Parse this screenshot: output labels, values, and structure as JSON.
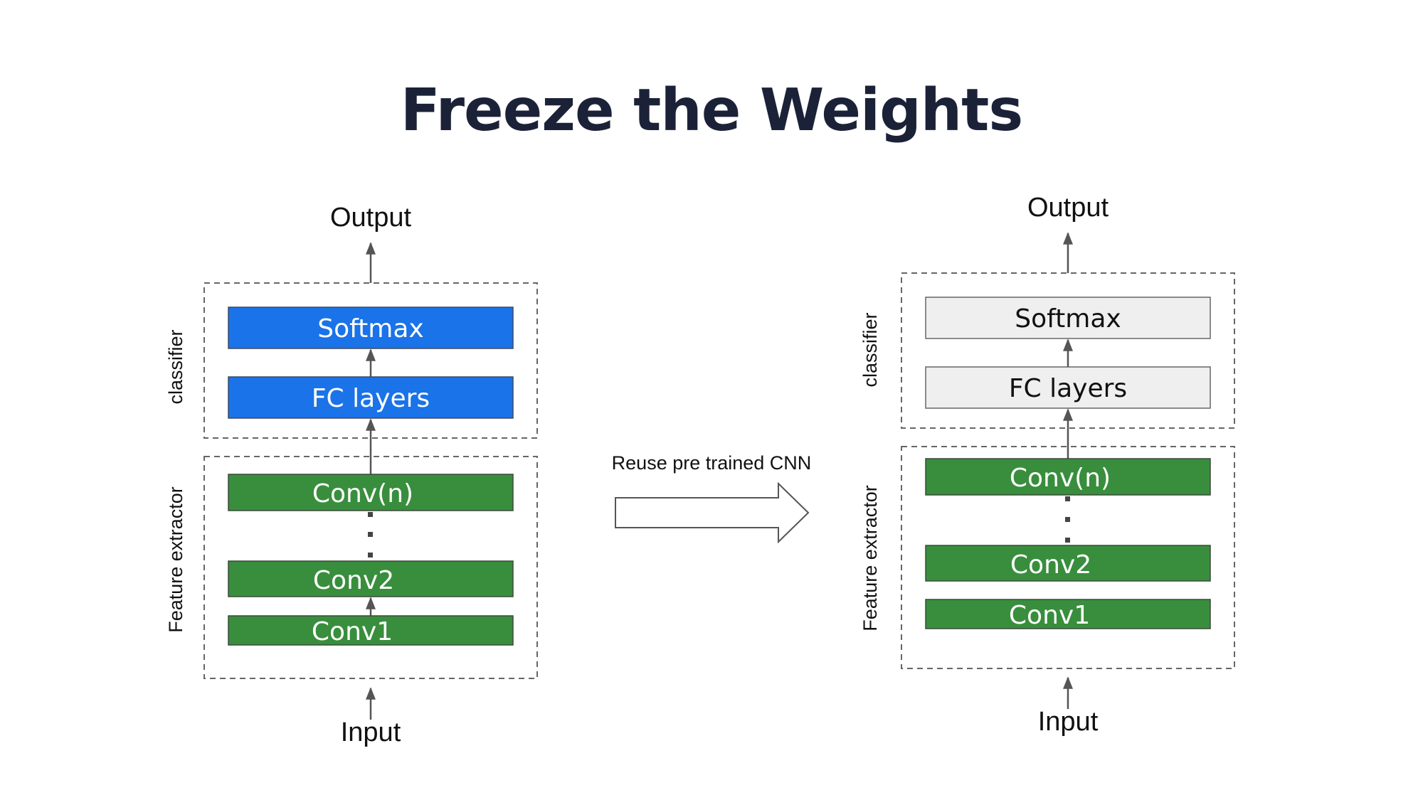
{
  "title": "Freeze the Weights",
  "colors": {
    "trainable_classifier": "#1a73e8",
    "frozen_classifier": "#efefef",
    "conv_layer": "#388e3c",
    "title_text": "#1b2238"
  },
  "left_model": {
    "output_label": "Output",
    "input_label": "Input",
    "classifier_group_label": "classifier",
    "feature_group_label": "Feature extractor",
    "softmax_label": "Softmax",
    "fc_label": "FC layers",
    "conv_n_label": "Conv(n)",
    "conv2_label": "Conv2",
    "conv1_label": "Conv1",
    "classifier_state": "trainable"
  },
  "transfer_arrow": {
    "label": "Reuse pre trained CNN",
    "icon": "right-arrow-icon"
  },
  "right_model": {
    "output_label": "Output",
    "input_label": "Input",
    "classifier_group_label": "classifier",
    "feature_group_label": "Feature extractor",
    "softmax_label": "Softmax",
    "fc_label": "FC layers",
    "conv_n_label": "Conv(n)",
    "conv2_label": "Conv2",
    "conv1_label": "Conv1",
    "classifier_state": "frozen"
  }
}
